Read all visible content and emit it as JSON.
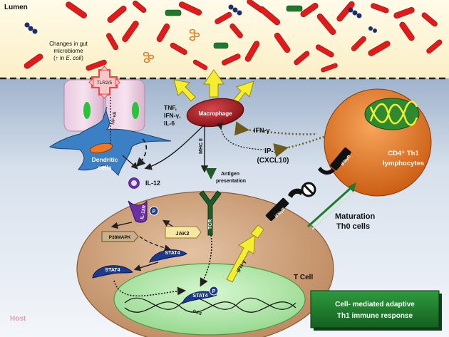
{
  "labels": {
    "lumen": "Lumen",
    "host": "Host",
    "microbiome_line1": "Changes in gut",
    "microbiome_line2": "microbiome",
    "microbiome_line3_a": "(↑ in ",
    "microbiome_line3_b": "E. coli",
    "microbiome_line3_c": ")",
    "tlr": "TLR2/5",
    "nfkb": "NF-κB",
    "dendritic_line1": "Dendritic",
    "dendritic_line2": "cells",
    "cytokines_line1": "TNF,",
    "cytokines_line2": "IFN-γ,",
    "cytokines_line3": "IL-6",
    "macrophage": "Macrophage",
    "mhc": "MHC II",
    "antigen_line1": "Antigen",
    "antigen_line2": "presentation",
    "ifn_gamma": "IFN-γ",
    "ip10_line1": "IP-10",
    "ip10_line2": "(CXCL10)",
    "il12": "IL-12",
    "il12r": "IL-12R",
    "jak2": "JAK2",
    "p38": "P38MAPK",
    "stat4": "STAT4",
    "tcr": "TCR",
    "ifngr": "IFNγR",
    "ifn_arrow": "IFN-γ",
    "p": "P",
    "gas": "GAS",
    "tcell": "T Cell",
    "cd4_line1": "CD4⁺ Th1",
    "cd4_line2": "lymphocytes",
    "maturation_line1": "Maturation",
    "maturation_line2": "Th0 cells",
    "response_line1": "Cell- mediated adaptive",
    "response_line2": "Th1 immune response"
  },
  "colors": {
    "lumen_bg": "#fdf6d6",
    "host_bg": "#dde6f0",
    "bacteria_red": "#e01b1b",
    "bacteria_green": "#1f7a2e",
    "tcell": "#c99a74",
    "nucleus": "#a9e6a1",
    "th1_cell": "#e07a1e",
    "dendritic": "#3b7fc4",
    "macrophage": "#a3161b",
    "stat4": "#1c3a8f",
    "response_box": "#1e7a2e",
    "arrow_yellow": "#f5ee2e"
  },
  "icons": [
    "bacteria-icon",
    "receptor-icon",
    "phospho-icon",
    "block-icon",
    "dna-icon"
  ]
}
